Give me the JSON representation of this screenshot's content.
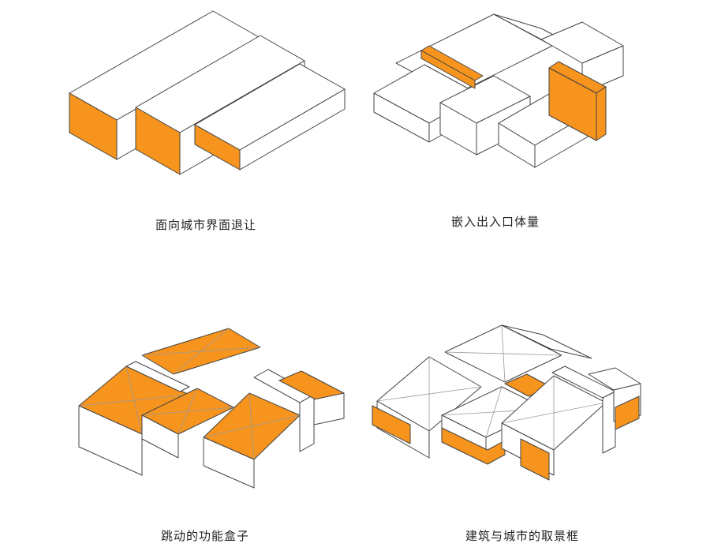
{
  "accent_color": "#F7941D",
  "panels": [
    {
      "caption": "面向城市界面退让"
    },
    {
      "caption": "嵌入出入口体量"
    },
    {
      "caption": "跳动的功能盒子"
    },
    {
      "caption": "建筑与城市的取景框"
    }
  ]
}
